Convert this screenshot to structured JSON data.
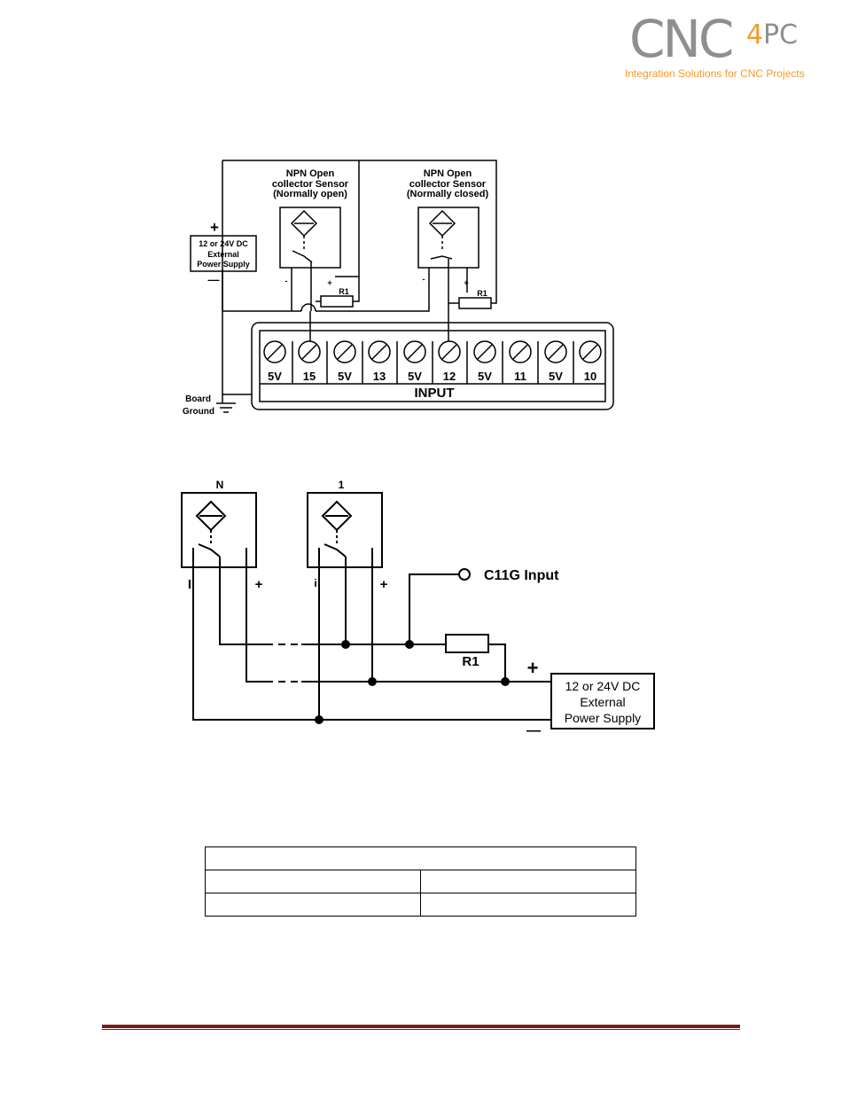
{
  "logo": {
    "cnc": "CNC",
    "four": "4",
    "pc": "PC",
    "tagline": "Integration Solutions for CNC Projects"
  },
  "diagram1": {
    "sensor_left": [
      "NPN Open",
      "collector Sensor",
      "(Normally open)"
    ],
    "sensor_right": [
      "NPN Open",
      "collector Sensor",
      "(Normally closed)"
    ],
    "power_supply": [
      "12 or 24V DC",
      "External",
      "Power Supply"
    ],
    "plus": "+",
    "minus": "—",
    "resistor": "R1",
    "pin_minus": "-",
    "pin_plus": "+",
    "board_ground": [
      "Board",
      "Ground"
    ],
    "terminals": [
      "5V",
      "15",
      "5V",
      "13",
      "5V",
      "12",
      "5V",
      "11",
      "5V",
      "10"
    ],
    "input_label": "INPUT"
  },
  "diagram2": {
    "sensor_n": "N",
    "sensor_1": "1",
    "input_label": "C11G Input",
    "resistor": "R1",
    "plus": "+",
    "minus": "—",
    "pin_minus": "I",
    "pin_minus_small": "i",
    "pin_plus": "+",
    "power_supply": [
      "12 or 24V DC",
      "External",
      "Power Supply"
    ]
  },
  "table": {
    "rows": [
      [
        ""
      ],
      [
        "",
        ""
      ],
      [
        "",
        ""
      ]
    ]
  }
}
